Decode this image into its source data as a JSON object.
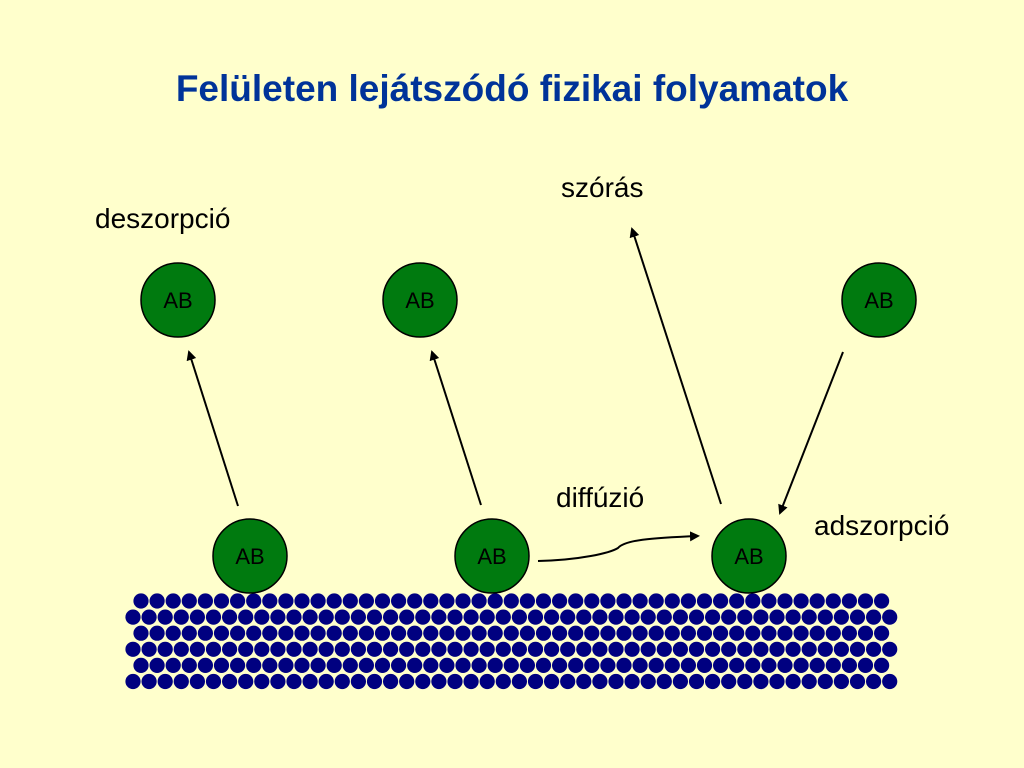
{
  "slide": {
    "title": "Felületen lejátszódó fizikai folyamatok",
    "background": "#FFFFCC",
    "title_color": "#003399"
  },
  "labels": {
    "desorption": "deszorpció",
    "scattering": "szórás",
    "diffusion": "diffúzió",
    "adsorption": "adszorpció"
  },
  "molecule": {
    "text": "AB",
    "fill": "#007A0F",
    "stroke": "#000000"
  },
  "surface": {
    "atom_color": "#000080",
    "rows": 6
  }
}
